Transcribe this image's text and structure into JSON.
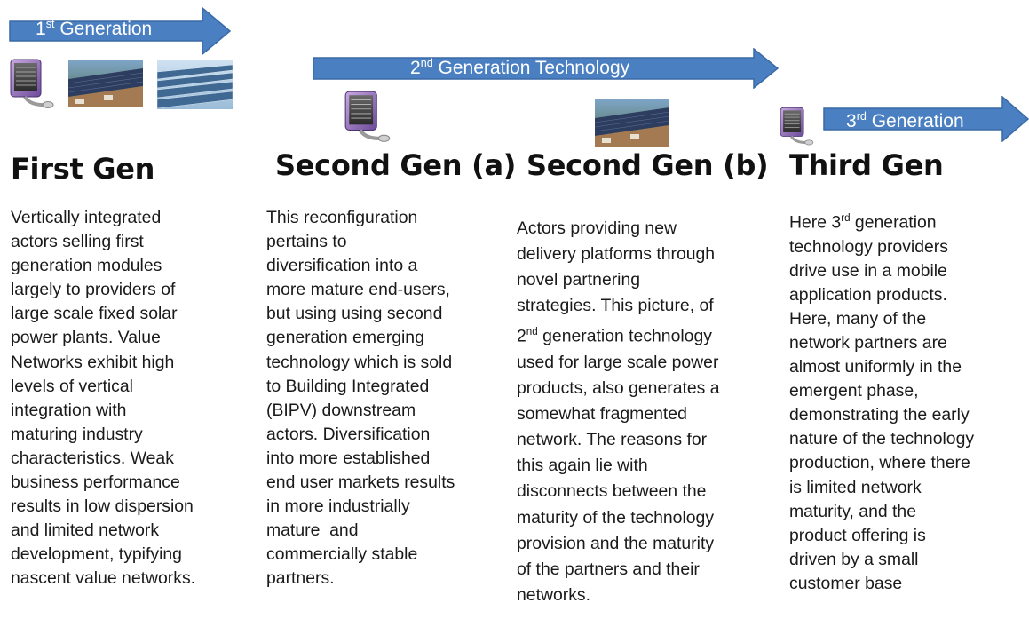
{
  "arrows": {
    "gen1": {
      "label_pre": "1",
      "label_sup": "st",
      "label_post": " Generation"
    },
    "gen2": {
      "label_pre": "2",
      "label_sup": "nd",
      "label_post": " Generation Technology"
    },
    "gen3": {
      "label_pre": "3",
      "label_sup": "rd",
      "label_post": " Generation"
    }
  },
  "columns": [
    {
      "heading": "First Gen",
      "lines": [
        "Vertically integrated",
        "actors selling first",
        "generation modules",
        "largely to providers of",
        "large scale fixed solar",
        "power plants. Value",
        "Networks exhibit high",
        "levels of vertical",
        "integration with",
        "maturing industry",
        "characteristics. Weak",
        "business performance",
        "results in low dispersion",
        "and limited network",
        "development, typifying",
        "nascent value networks."
      ]
    },
    {
      "heading": "Second Gen (a)",
      "lines": [
        "This reconfiguration",
        "pertains to",
        "diversification into a",
        "more mature end-users,",
        "but using using second",
        "generation emerging",
        "technology which is sold",
        "to Building Integrated",
        "(BIPV) downstream",
        "actors. Diversification",
        "into more established",
        "end user markets results",
        "in more industrially",
        "mature  and",
        "commercially stable",
        "partners."
      ]
    },
    {
      "heading": "Second Gen (b)",
      "lines": [
        "Actors providing new",
        "delivery platforms through",
        "novel partnering",
        "strategies. This picture, of",
        "generation technology",
        "used for large scale power",
        "products, also generates a",
        "somewhat fragmented",
        "network. The reasons for",
        "this again lie with",
        "disconnects between the",
        "maturity of the technology",
        "provision and the maturity",
        "of the partners and their",
        "networks."
      ],
      "line5_pre": "2",
      "line5_sup": "nd"
    },
    {
      "heading": "Third Gen",
      "lines": [
        "technology providers",
        "drive use in a mobile",
        "application products.",
        "Here, many of the",
        "network partners are",
        "almost uniformly in the",
        "emergent phase,",
        "demonstrating the early",
        "nature of the technology",
        "production, where there",
        "is limited network",
        "maturity, and the",
        "product offering is",
        "driven by a small",
        "customer base"
      ],
      "line1_pre": "Here 3",
      "line1_sup": "rd",
      "line1_post": " generation"
    }
  ],
  "colors": {
    "arrow_fill": "#4a7fc1",
    "arrow_stroke": "#3a6aa6"
  },
  "icons": [
    "solar-device-icon",
    "solar-roof-photo",
    "solar-field-photo"
  ]
}
